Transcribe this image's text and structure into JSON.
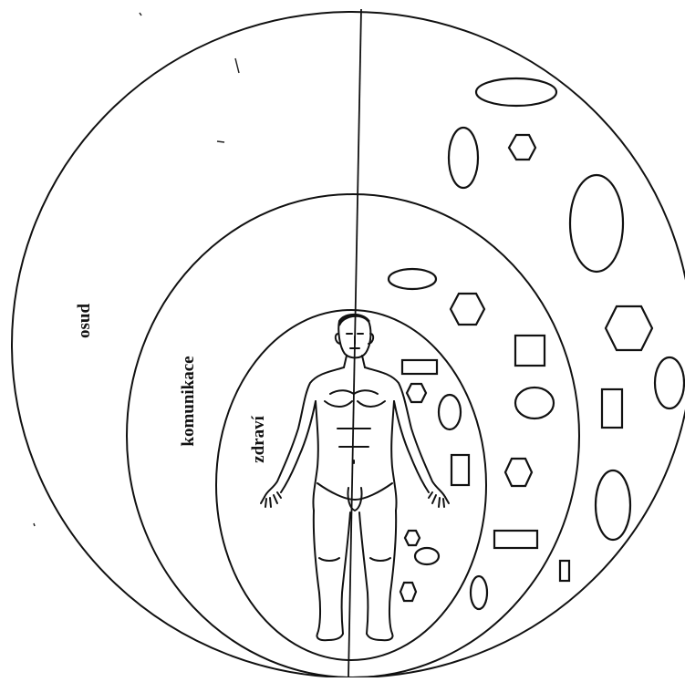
{
  "diagram": {
    "labels": {
      "outer": "osud",
      "middle": "komunikace",
      "inner": "zdraví"
    },
    "colors": {
      "ink": "#111111",
      "paper": "#ffffff"
    }
  }
}
